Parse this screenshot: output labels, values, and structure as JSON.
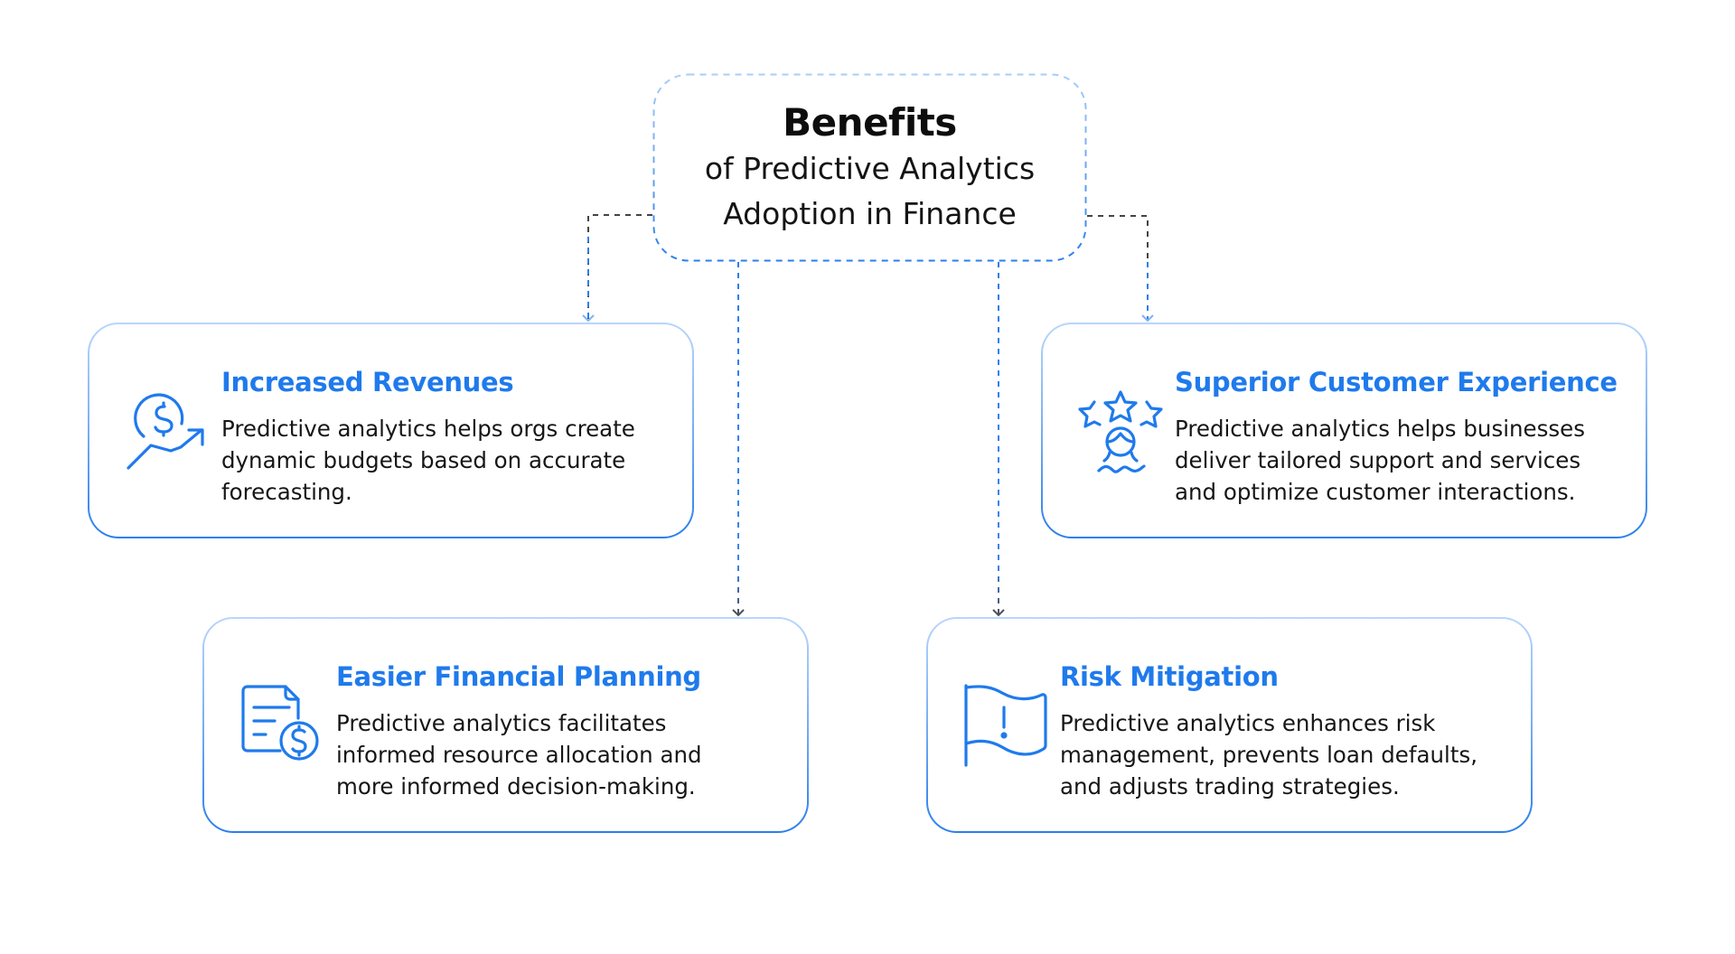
{
  "center": {
    "title": "Benefits",
    "subtitle_line1": "of Predictive Analytics",
    "subtitle_line2": "Adoption in Finance"
  },
  "colors": {
    "accent": "#1f7aec",
    "text": "#161616",
    "border_light": "#b9d6fb",
    "border_dark": "#2a7fec",
    "connector_dark": "#444444"
  },
  "cards": [
    {
      "id": "increased-revenues",
      "icon": "dollar-growth-arrow-icon",
      "title": "Increased Revenues",
      "lines": [
        "Predictive analytics helps orgs create",
        "dynamic budgets based on accurate",
        "forecasting."
      ]
    },
    {
      "id": "superior-customer-experience",
      "icon": "stars-customer-icon",
      "title": "Superior Customer Experience",
      "lines": [
        "Predictive analytics helps businesses",
        "deliver tailored support and services",
        "and optimize customer interactions."
      ]
    },
    {
      "id": "easier-financial-planning",
      "icon": "document-dollar-icon",
      "title": "Easier Financial Planning",
      "lines": [
        "Predictive analytics facilitates",
        "informed resource allocation and",
        "more informed decision-making."
      ]
    },
    {
      "id": "risk-mitigation",
      "icon": "warning-flag-icon",
      "title": "Risk Mitigation",
      "lines": [
        "Predictive analytics enhances risk",
        "management, prevents loan defaults,",
        "and adjusts trading strategies."
      ]
    }
  ]
}
